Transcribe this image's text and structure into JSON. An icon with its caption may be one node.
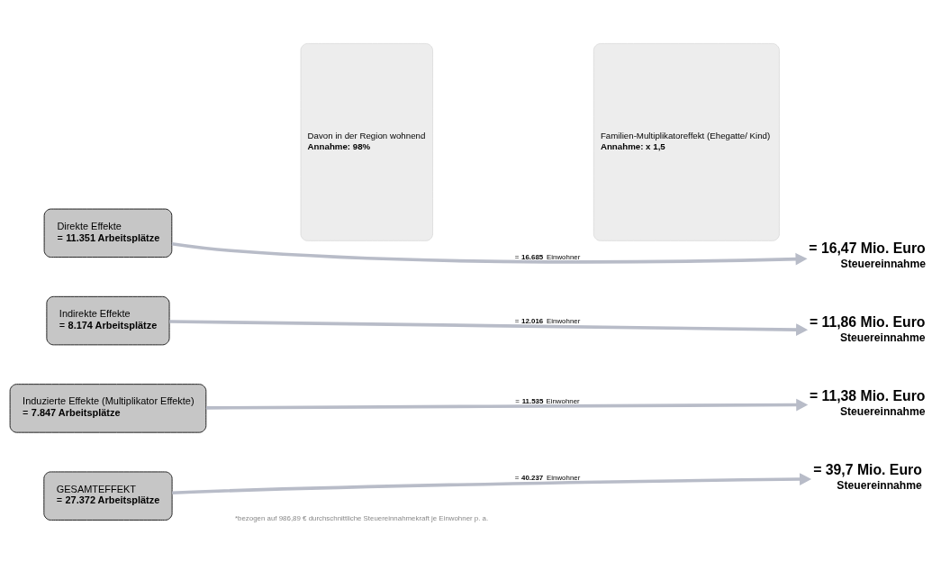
{
  "diagram": {
    "nodes": [
      {
        "text": [
          "Direkte Effekte",
          "= **11.351 Arbeitsplätze**"
        ]
      },
      {
        "text": [
          "Indirekte Effekte",
          "= **8.174 Arbeitsplätze**"
        ]
      },
      {
        "text": [
          "Induzierte Effekte (Multiplikator Effekte)",
          "= **7.847 Arbeitsplätze**"
        ]
      },
      {
        "text": [
          "GESAMTEFFEKT",
          "= **27.372 Arbeitsplätze**"
        ]
      },
      {
        "text": [
          "Davon in der Region wohnend",
          "**Annahme: 98%**"
        ]
      },
      {
        "text": [
          "Familien-Multiplikatoreffekt (Ehegatte/ Kind)",
          "**Annahme: x 1,5**"
        ]
      },
      {
        "text": [
          "= 16,47 Mio. Euro",
          "Steuereinnahme"
        ]
      },
      {
        "text": [
          "= 11,86 Mio. Euro",
          "Steuereinnahme"
        ]
      },
      {
        "text": [
          "= 11,38 Mio. Euro",
          "Steuereinnahme"
        ]
      },
      {
        "text": [
          "= 39,7 Mio. Euro",
          "Steuereinnahme"
        ]
      }
    ],
    "edges": [
      {
        "from": 0,
        "to": 6,
        "arrow": "to",
        "label": "= **16.685** Einwohner"
      },
      {
        "from": 1,
        "to": 7,
        "arrow": "to",
        "label": "= **12.016** Einwohner"
      },
      {
        "from": 2,
        "to": 8,
        "arrow": "to",
        "label": "= **11.535** Einwohner"
      },
      {
        "from": 3,
        "to": 9,
        "arrow": "to",
        "label": "= **40.237** Einwohner"
      }
    ],
    "labels": [
      "*bezogen auf 986,89 € durchschnittliche Steuereinnahmekraft je Einwohner p. a."
    ]
  }
}
